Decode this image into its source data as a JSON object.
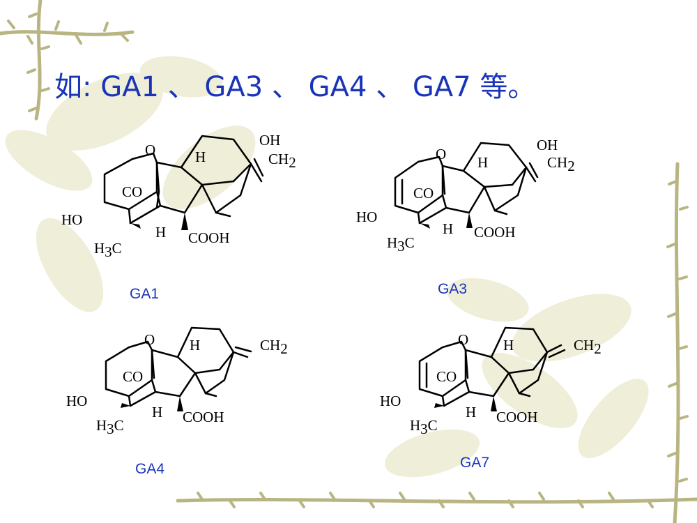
{
  "slide": {
    "title": "如:  GA1 、 GA3 、 GA4 、 GA7 等。"
  },
  "molecules": [
    {
      "name": "GA1",
      "caption": "GA1",
      "label_o": "O",
      "label_oh": "OH",
      "label_ch2": "CH",
      "label_co": "CO",
      "label_ho": "HO",
      "label_h3c": "H",
      "label_c": "C",
      "label_h": "H",
      "label_cooh": "COOH"
    },
    {
      "name": "GA3",
      "caption": "GA3",
      "label_o": "O",
      "label_oh": "OH",
      "label_ch2": "CH",
      "label_co": "CO",
      "label_ho": "HO",
      "label_h3c": "H",
      "label_c": "C",
      "label_h": "H",
      "label_cooh": "COOH"
    },
    {
      "name": "GA4",
      "caption": "GA4",
      "label_o": "O",
      "label_ch2": "CH",
      "label_co": "CO",
      "label_ho": "HO",
      "label_h3c": "H",
      "label_c": "C",
      "label_h": "H",
      "label_cooh": "COOH"
    },
    {
      "name": "GA7",
      "caption": "GA7",
      "label_o": "O",
      "label_ch2": "CH",
      "label_co": "CO",
      "label_ho": "HO",
      "label_h3c": "H",
      "label_c": "C",
      "label_h": "H",
      "label_cooh": "COOH"
    }
  ],
  "colors": {
    "title": "#1a34b8",
    "caption": "#1a34b8",
    "vine": "#b9b583",
    "vine_dark": "#8f8a55",
    "leaf": "#e6e6c8"
  }
}
